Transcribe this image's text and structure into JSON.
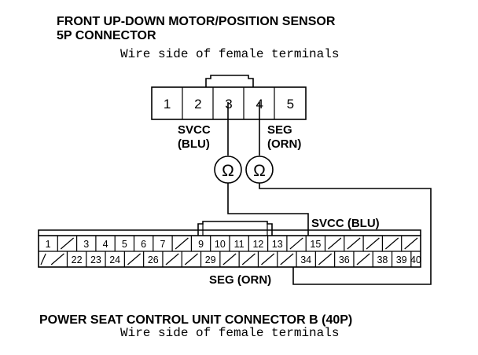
{
  "top_connector": {
    "title_line1": "FRONT UP-DOWN MOTOR/POSITION SENSOR",
    "title_line2": "5P CONNECTOR",
    "subtitle": "Wire side of female terminals",
    "pins": [
      "1",
      "2",
      "3",
      "4",
      "5"
    ]
  },
  "labels": {
    "svcc_line1": "SVCC",
    "svcc_line2": "(BLU)",
    "seg_line1": "SEG",
    "seg_line2": "(ORN)",
    "svcc_blu": "SVCC (BLU)",
    "seg_orn": "SEG (ORN)"
  },
  "bottom_connector": {
    "title": "POWER SEAT CONTROL UNIT CONNECTOR B (40P)",
    "subtitle": "Wire side of female terminals",
    "top_row": [
      "1",
      "",
      "3",
      "4",
      "5",
      "6",
      "7",
      "",
      "9",
      "10",
      "11",
      "12",
      "13",
      "",
      "15",
      "",
      "",
      "",
      "",
      ""
    ],
    "bottom_row": [
      "",
      "22",
      "23",
      "24",
      "",
      "26",
      "",
      "",
      "29",
      "",
      "",
      "",
      "",
      "34",
      "",
      "36",
      "",
      "38",
      "39",
      "40"
    ]
  },
  "meters": [
    {
      "symbol": "Ω"
    },
    {
      "symbol": "Ω"
    }
  ]
}
